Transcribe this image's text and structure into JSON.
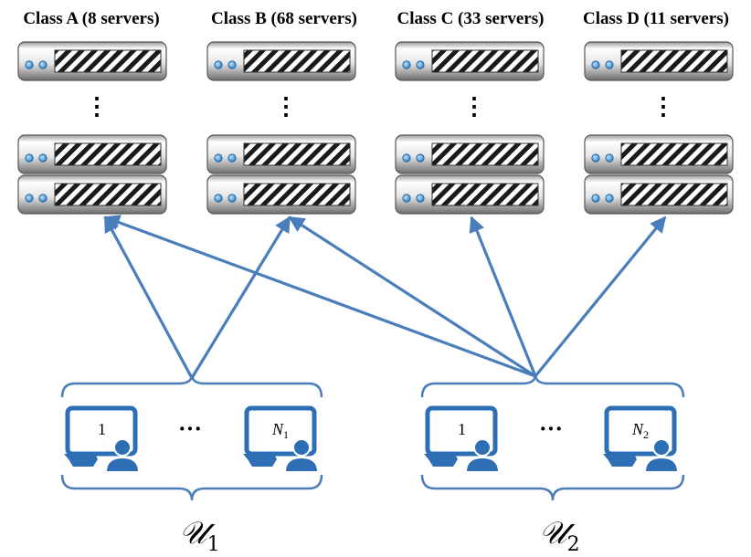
{
  "colors": {
    "arrow": "#4a7ebb",
    "user_icon": "#2e6eb5",
    "server_body_light": "#f4f4f4",
    "server_body_dark": "#7a7a7a",
    "server_led": "#3a8fd0"
  },
  "server_classes": [
    {
      "id": "A",
      "title": "Class A (8 servers)"
    },
    {
      "id": "B",
      "title": "Class B (68 servers)"
    },
    {
      "id": "C",
      "title": "Class C (33 servers)"
    },
    {
      "id": "D",
      "title": "Class D (11 servers)"
    }
  ],
  "server_stack_ellipsis": "⋮",
  "user_groups": [
    {
      "id": "u1",
      "label": "𝒰",
      "label_sub": "1",
      "first_user": "1",
      "last_user": "N",
      "last_user_sub": "1",
      "ellipsis": "···",
      "connects_to": [
        "A",
        "B"
      ]
    },
    {
      "id": "u2",
      "label": "𝒰",
      "label_sub": "2",
      "first_user": "1",
      "last_user": "N",
      "last_user_sub": "2",
      "ellipsis": "···",
      "connects_to": [
        "A",
        "B",
        "C",
        "D"
      ]
    }
  ]
}
